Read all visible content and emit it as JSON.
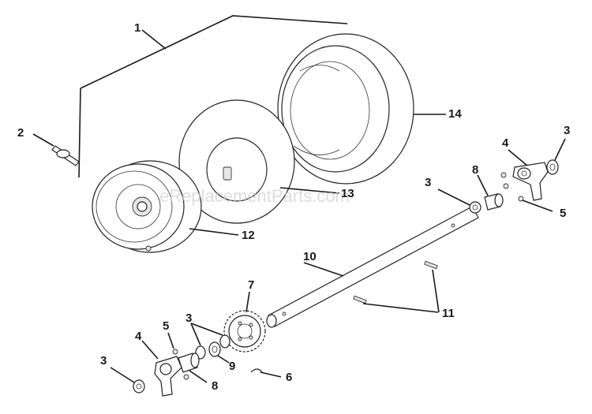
{
  "watermark": "eReplacementParts.com",
  "callouts": {
    "c1": "1",
    "c2": "2",
    "c3_right_top": "3",
    "c3_right_mid": "3",
    "c3_bottom_mid": "3",
    "c3_bottom_left": "3",
    "c4_right": "4",
    "c4_left": "4",
    "c5_right": "5",
    "c5_left": "5",
    "c6": "6",
    "c7": "7",
    "c8_right": "8",
    "c8_left": "8",
    "c9": "9",
    "c10": "10",
    "c11": "11",
    "c12": "12",
    "c13": "13",
    "c14": "14"
  }
}
